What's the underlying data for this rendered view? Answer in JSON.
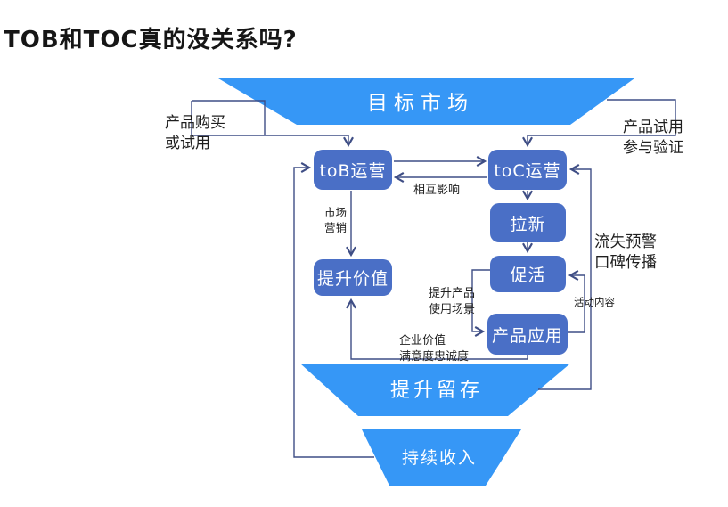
{
  "title": "TOB和TOC真的没关系吗?",
  "colors": {
    "funnel": "#3697f6",
    "node": "#4a6fc6",
    "line": "#3f4e85",
    "ink": "#1c1c1c"
  },
  "funnel": {
    "top": "目标市场",
    "middle": "提升留存",
    "bottom": "持续收入"
  },
  "nodes": {
    "tob": "toB运营",
    "toc": "toC运营",
    "acquire": "拉新",
    "activate": "促活",
    "product_app": "产品应用",
    "raise_value": "提升价值"
  },
  "edge_labels": {
    "purchase": "产品购买\n或试用",
    "trial": "产品试用\n参与验证",
    "mutual": "相互影响",
    "marketing": "市场\n营销",
    "churn": "流失预警\n口碑传播",
    "activity": "活动内容",
    "usage": "提升产品\n使用场景",
    "value": "企业价值\n满意度忠诚度"
  }
}
